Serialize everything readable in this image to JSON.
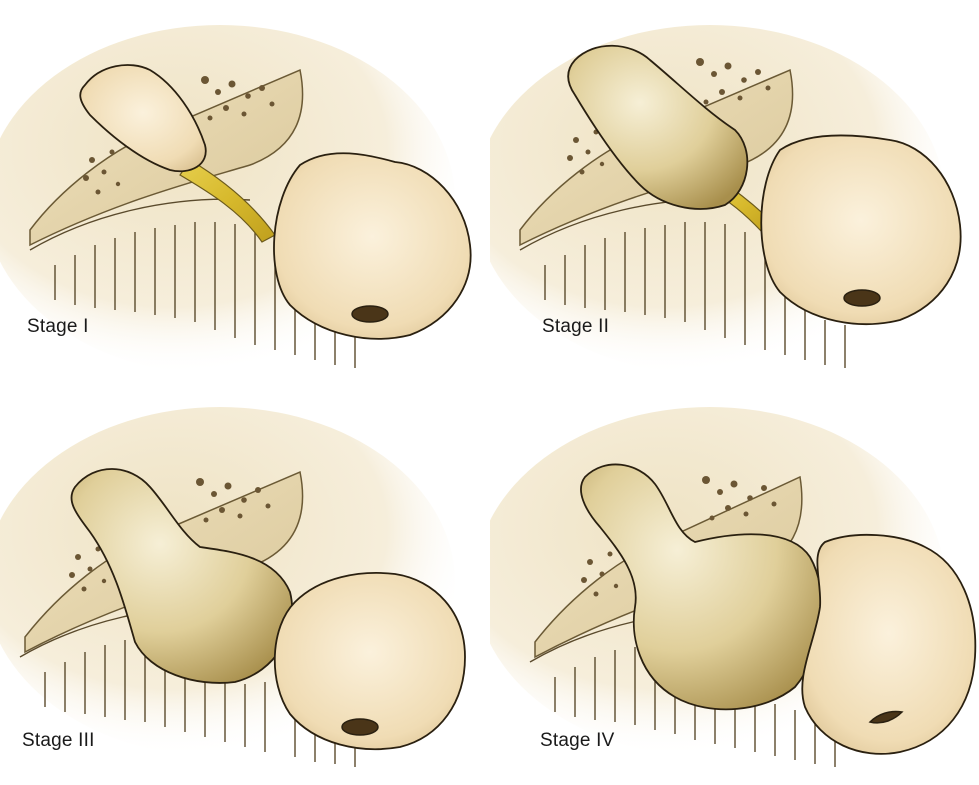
{
  "stages": [
    {
      "label": "Stage I"
    },
    {
      "label": "Stage II"
    },
    {
      "label": "Stage III"
    },
    {
      "label": "Stage IV"
    }
  ]
}
